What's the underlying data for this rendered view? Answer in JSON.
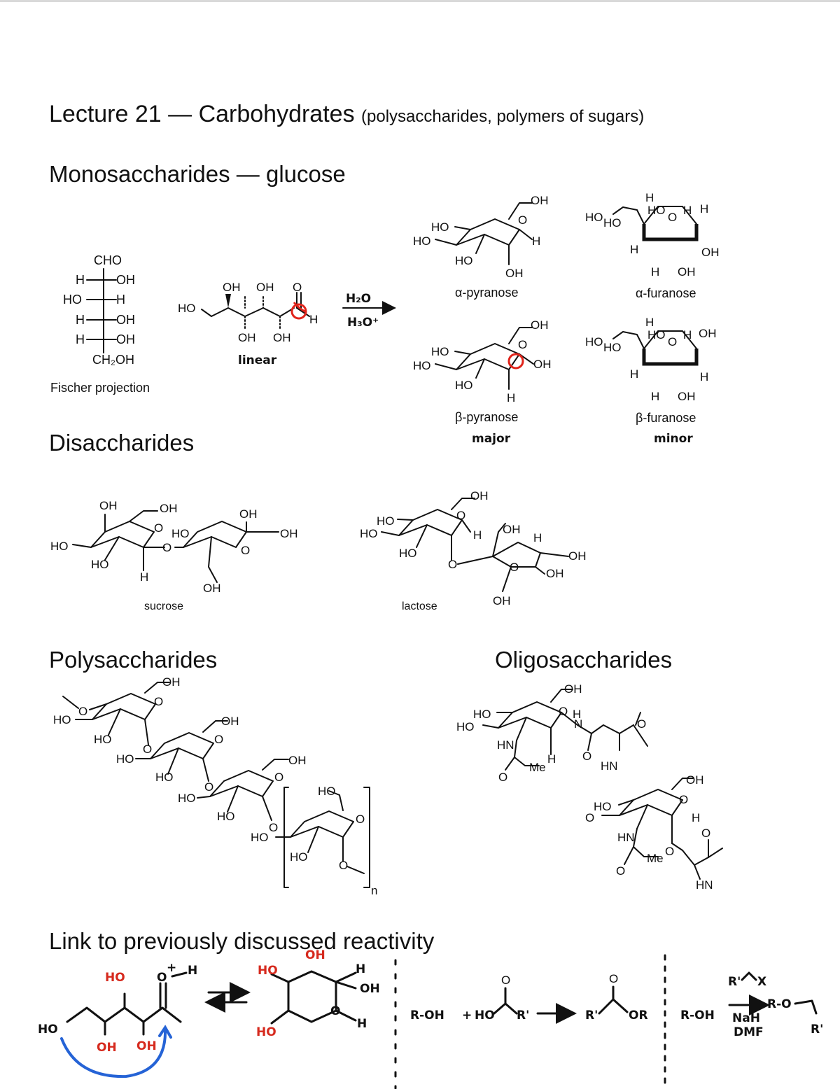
{
  "header": {
    "title_main": "Lecture 21 — Carbohydrates",
    "title_sub": "(polysaccharides, polymers of sugars)"
  },
  "sections": {
    "monosaccharides": "Monosaccharides — glucose",
    "disaccharides": "Disaccharides",
    "polysaccharides": "Polysaccharides",
    "oligosaccharides": "Oligosaccharides",
    "link": "Link to previously discussed reactivity"
  },
  "fischer": {
    "top": "CHO",
    "rows": [
      {
        "left": "H",
        "right": "OH"
      },
      {
        "left": "HO",
        "right": "H"
      },
      {
        "left": "H",
        "right": "OH"
      },
      {
        "left": "H",
        "right": "OH"
      }
    ],
    "bottom": "CH₂OH",
    "caption": "Fischer projection"
  },
  "linear": {
    "label": "linear",
    "atoms": {
      "ho": "HO",
      "oh1": "OH",
      "oh2": "OH",
      "o": "O",
      "h": "H",
      "oh3": "OH",
      "oh4": "OH"
    }
  },
  "conditions": {
    "line1": "H₂O",
    "line2": "H₃O⁺"
  },
  "forms": {
    "alpha_pyranose": "α-pyranose",
    "beta_pyranose": "β-pyranose",
    "alpha_furanose": "α-furanose",
    "beta_furanose": "β-furanose",
    "major": "major",
    "minor": "minor"
  },
  "atoms": {
    "oh": "OH",
    "ho": "HO",
    "o": "O",
    "h": "H",
    "hn": "HN",
    "me": "Me",
    "n": "N",
    "sub_n": "n"
  },
  "disaccharides": {
    "sucrose": "sucrose",
    "lactose": "lactose"
  },
  "reactivity": {
    "ester": {
      "roh": "R-OH",
      "plus": "+",
      "ho": "HO",
      "r1": "R'",
      "prod_r": "R'",
      "prod_or": "OR"
    },
    "ether": {
      "roh": "R-OH",
      "reagent_top": "R'",
      "x": "X",
      "nah": "NaH",
      "dmf": "DMF",
      "prod": "R-O",
      "prod_r": "R'"
    },
    "hemiacetal": {
      "ho": "HO",
      "h": "H",
      "oh": "OH",
      "plus": "+"
    }
  },
  "colors": {
    "red": "#e0241b",
    "blue": "#2563d6"
  }
}
